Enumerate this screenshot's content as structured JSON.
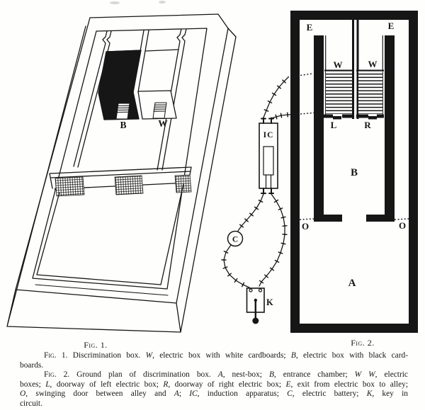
{
  "page": {
    "ink": "#161616",
    "paper": "#fefefd"
  },
  "figure1": {
    "caption": "Fig. 1.",
    "label_black_box": "B",
    "label_white_box": "W"
  },
  "figure2": {
    "caption": "Fig. 2.",
    "label_exit_left": "E",
    "label_exit_right": "E",
    "label_electric_left": "W",
    "label_electric_right": "W",
    "label_door_left": "L",
    "label_door_right": "R",
    "label_entrance_chamber": "B",
    "label_nest_box": "A",
    "label_swing_door_left": "O",
    "label_swing_door_right": "O"
  },
  "circuit": {
    "label_induction_apparatus": "IC",
    "label_battery": "C",
    "label_key": "K"
  },
  "caption_text": {
    "para1": [
      [
        {
          "t": "Fig. 1.",
          "s": "sc"
        },
        {
          "t": "  Discrimination box.  ",
          "s": ""
        },
        {
          "t": "W",
          "s": "i"
        },
        {
          "t": ", electric box with white cardboards; ",
          "s": ""
        },
        {
          "t": "B",
          "s": "i"
        },
        {
          "t": ", electric box with black card-",
          "s": ""
        }
      ],
      [
        {
          "t": "boards.",
          "s": ""
        }
      ]
    ],
    "para2": [
      [
        {
          "t": "Fig. 2.",
          "s": "sc"
        },
        {
          "t": "  Ground plan of discrimination box.  ",
          "s": ""
        },
        {
          "t": "A",
          "s": "i"
        },
        {
          "t": ", nest-box; ",
          "s": ""
        },
        {
          "t": "B",
          "s": "i"
        },
        {
          "t": ", entrance chamber; ",
          "s": ""
        },
        {
          "t": "W W",
          "s": "i"
        },
        {
          "t": ", electric",
          "s": ""
        }
      ],
      [
        {
          "t": "boxes; ",
          "s": ""
        },
        {
          "t": "L",
          "s": "i"
        },
        {
          "t": ", doorway of left electric box; ",
          "s": ""
        },
        {
          "t": "R",
          "s": "i"
        },
        {
          "t": ", doorway of right electric box; ",
          "s": ""
        },
        {
          "t": "E",
          "s": "i"
        },
        {
          "t": ", exit from electric box to alley;",
          "s": ""
        }
      ],
      [
        {
          "t": "O",
          "s": "i"
        },
        {
          "t": ", swinging door between alley and ",
          "s": ""
        },
        {
          "t": "A",
          "s": "i"
        },
        {
          "t": "; ",
          "s": ""
        },
        {
          "t": "IC",
          "s": "i"
        },
        {
          "t": ", induction apparatus; ",
          "s": ""
        },
        {
          "t": "C",
          "s": "i"
        },
        {
          "t": ", electric battery; ",
          "s": ""
        },
        {
          "t": "K",
          "s": "i"
        },
        {
          "t": ", key in",
          "s": ""
        }
      ],
      [
        {
          "t": "circuit.",
          "s": ""
        }
      ]
    ]
  }
}
